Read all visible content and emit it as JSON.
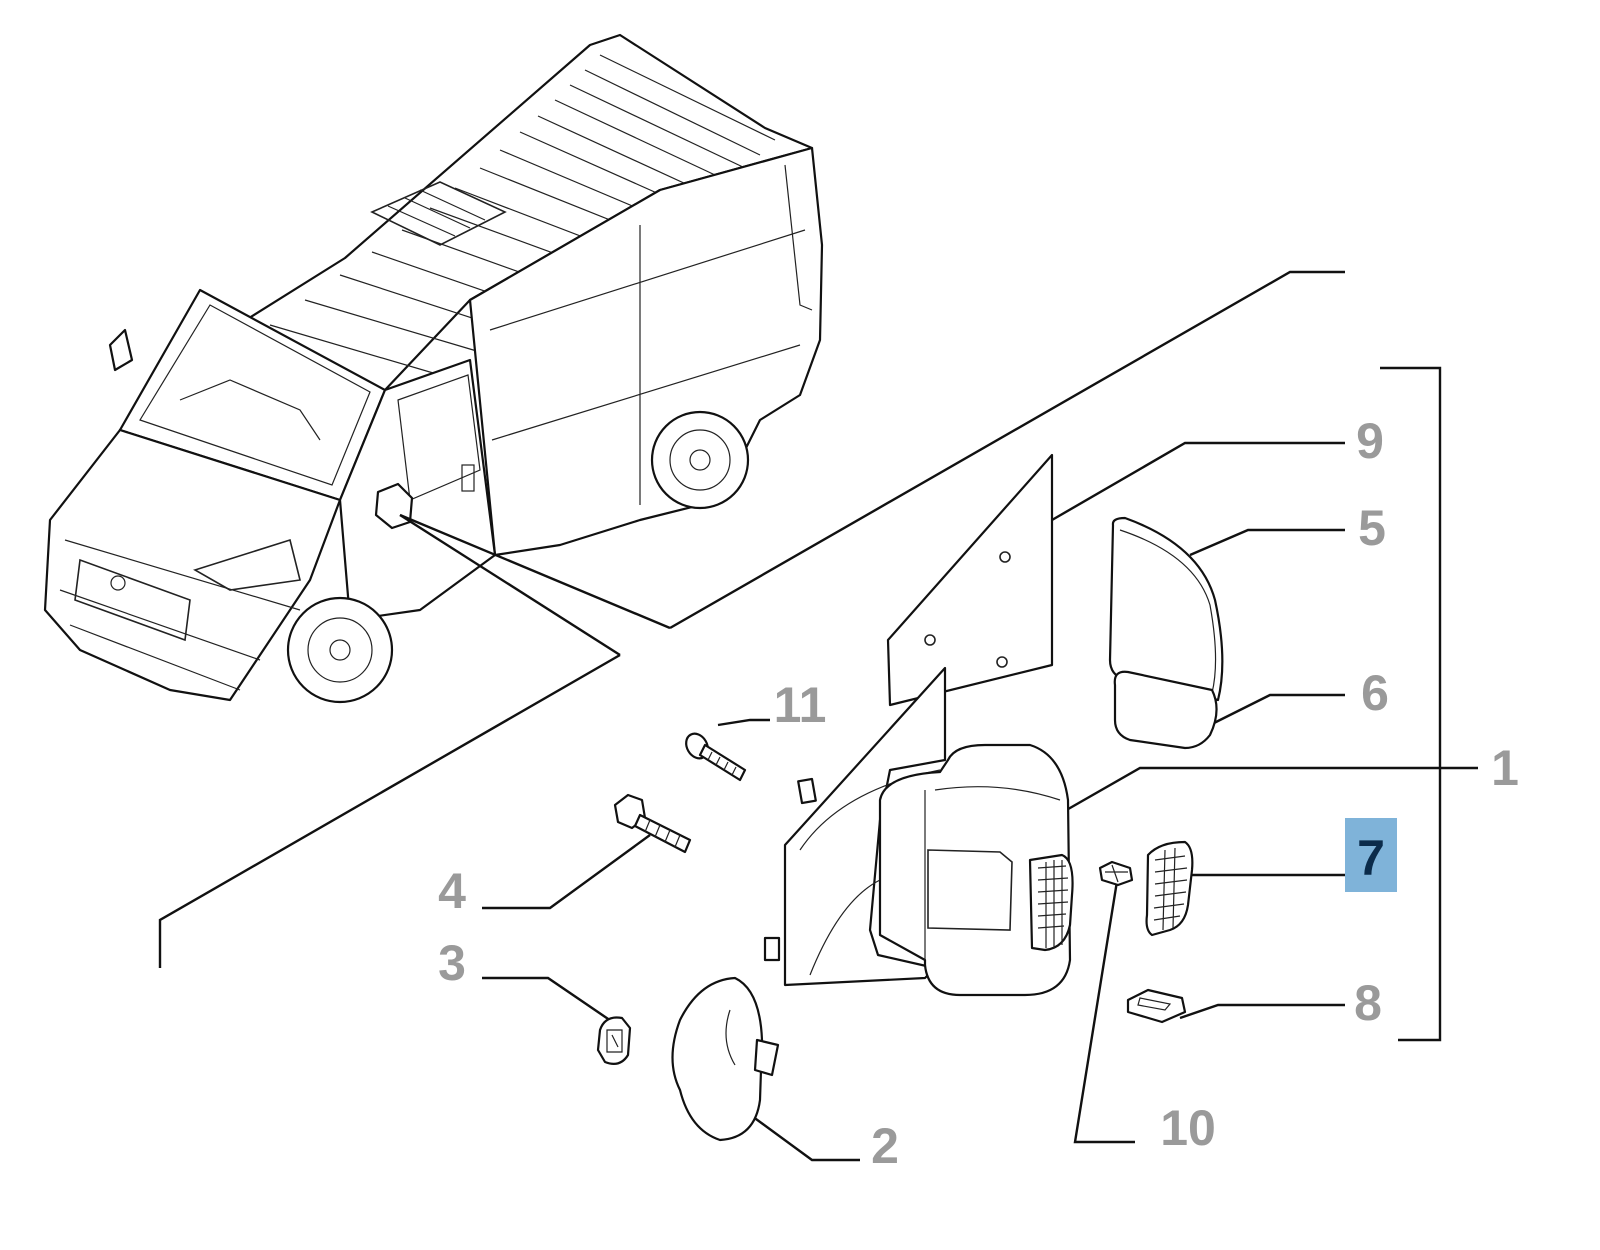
{
  "diagram": {
    "callouts": [
      {
        "id": "9",
        "label": "9",
        "highlight": false
      },
      {
        "id": "5",
        "label": "5",
        "highlight": false
      },
      {
        "id": "6",
        "label": "6",
        "highlight": false
      },
      {
        "id": "1",
        "label": "1",
        "highlight": false
      },
      {
        "id": "7",
        "label": "7",
        "highlight": true
      },
      {
        "id": "8",
        "label": "8",
        "highlight": false
      },
      {
        "id": "11",
        "label": "11",
        "highlight": false
      },
      {
        "id": "4",
        "label": "4",
        "highlight": false
      },
      {
        "id": "3",
        "label": "3",
        "highlight": false
      },
      {
        "id": "2",
        "label": "2",
        "highlight": false
      },
      {
        "id": "10",
        "label": "10",
        "highlight": false
      }
    ],
    "colors": {
      "callout_text": "#9a9a9a",
      "highlight_fill": "#7fb3d9",
      "highlight_text": "#0b2b4a",
      "line": "#111111"
    },
    "parts": [
      "van-illustration-icon",
      "mirror-arm-icon",
      "mirror-housing-icon",
      "mirror-gasket-icon",
      "upper-mirror-glass-icon",
      "lower-mirror-glass-icon",
      "indicator-lens-icon",
      "bulb-icon",
      "small-cover-icon",
      "screw-icon",
      "bolt-icon",
      "nut-icon",
      "base-cover-icon"
    ]
  }
}
